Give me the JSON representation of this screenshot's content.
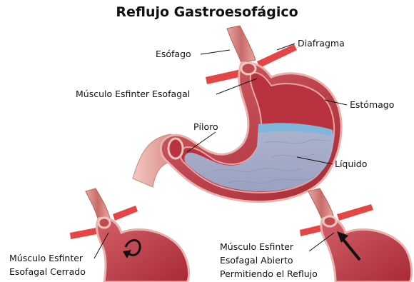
{
  "title": "Reflujo Gastroesofágico",
  "labels": {
    "esofago": "Esófago",
    "diafragma": "Diafragma",
    "musculo_esfinter": "Músculo Esfinter Esofagal",
    "estomago": "Estómago",
    "piloro": "Píloro",
    "liquido": "Líquido",
    "cerrado_line1": "Músculo Esfinter",
    "cerrado_line2": "Esofagal Cerrado",
    "abierto_line1": "Músculo Esfinter",
    "abierto_line2": "Esofagal Abierto",
    "abierto_line3": "Permitiendo el Reflujo"
  },
  "colors": {
    "stomach_outer": "#c94a54",
    "stomach_inner": "#b8323e",
    "lining": "#e8a3a0",
    "liquid": "#9fb8d8",
    "liquid_surface": "#7fb6dc",
    "diaphragm": "#e94444",
    "esophagus": "#d98a86"
  }
}
